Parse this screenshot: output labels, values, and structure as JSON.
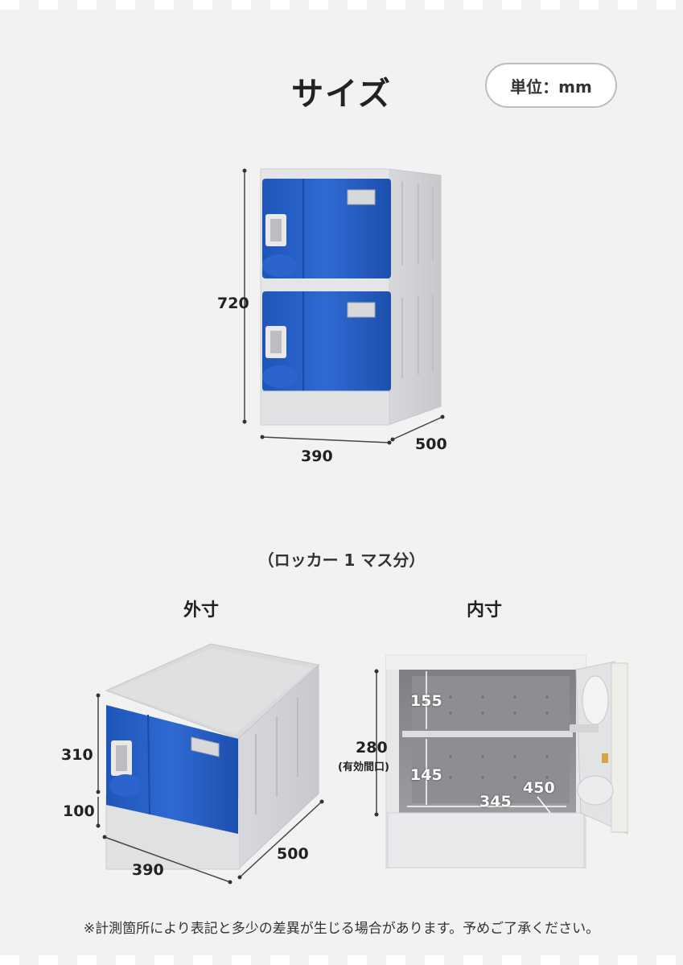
{
  "title": "サイズ",
  "unit_badge": "単位：mm",
  "top_figure": {
    "height": "720",
    "width": "390",
    "depth": "500"
  },
  "subtitle": "（ロッカー 1 マス分）",
  "outer": {
    "heading": "外寸",
    "height_body": "310",
    "height_base": "100",
    "width": "390",
    "depth": "500"
  },
  "inner": {
    "heading": "内寸",
    "height_total": "280",
    "height_note": "(有効間口)",
    "upper": "155",
    "lower": "145",
    "width": "345",
    "depth": "450"
  },
  "note": "※計測箇所により表記と多少の差異が生じる場合があります。予めご了承ください。",
  "colors": {
    "locker_blue": "#2a62c9",
    "locker_gray": "#e2e3e5",
    "background": "#f2f2f2"
  }
}
